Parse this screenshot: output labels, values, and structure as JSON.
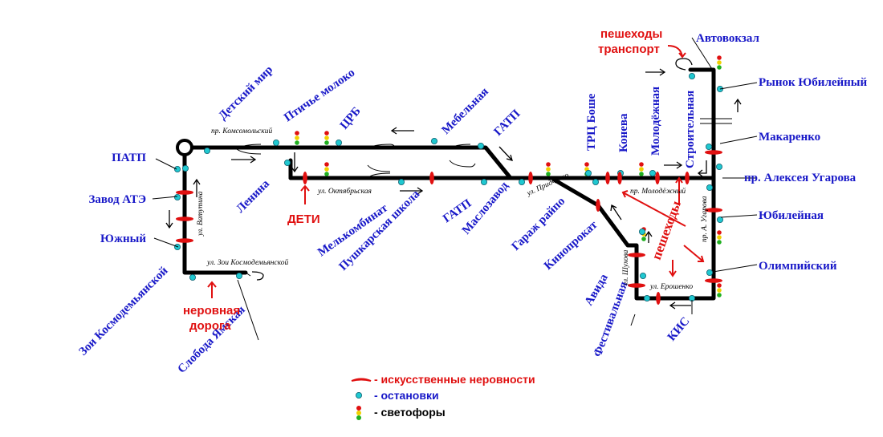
{
  "stops": {
    "detsky_mir": "Детский мир",
    "ptichye_moloko": "Птичье молоко",
    "crb": "ЦРБ",
    "mebelnaya": "Мебельная",
    "gatp_top": "ГАТП",
    "trc_boshe": "ТРЦ Боше",
    "koneva": "Конева",
    "molodezhnaya": "Молодёжная",
    "stroitelnaya": "Строительная",
    "avtovokzal": "Автовокзал",
    "rynok": "Рынок Юбилейный",
    "makarenko": "Макаренко",
    "ugarova": "пр. Алексея Угарова",
    "yubileynaya": "Юбилейная",
    "olimpiyskiy": "Олимпийский",
    "kis": "КИС",
    "festivalnaya": "Фестивальная",
    "avida": "Авида",
    "kinoprokat": "Кинопрокат",
    "garazh": "Гараж райпо",
    "maslozavod": "Маслозавод",
    "gatp_bottom": "ГАТП",
    "pushkarskaya": "Пушкарская школа",
    "melkombinat": "Мелькомбинат",
    "lenina": "Ленина",
    "patp": "ПАТП",
    "zavod_ate": "Завод АТЭ",
    "yuzhny": "Южный",
    "zoi": "Зои Космодемьянской",
    "sloboda": "Слобода Ямская"
  },
  "streets": {
    "komsomolsky": "пр. Комсомольский",
    "oktyabrskaya": "ул. Октябрьская",
    "pridchenko": "ул. Придченко",
    "molodezhny": "пр. Молодёжный",
    "ugarova": "пр. А. Угарова",
    "shukhova": "ул. Шухова",
    "eroshenko": "ул. Ерошенко",
    "vatutina": "ул. Ватутина",
    "zoi": "ул. Зои Космодемьянской"
  },
  "warnings": {
    "pedestrians_1": "пешеходы",
    "transport": "транспорт",
    "children": "ДЕТИ",
    "rough_1": "неровная",
    "rough_2": "дорога",
    "pedestrians_2": "пешеходы"
  },
  "legend": {
    "bumps": "- искусственные неровности",
    "stops": "- остановки",
    "lights": "- светофоры"
  },
  "colors": {
    "stop_label": "#1818c8",
    "warning": "#e01010",
    "stop_dot": "#20c8d0",
    "bump": "#e01010",
    "light_red": "#e01010",
    "light_yellow": "#f0d000",
    "light_green": "#20b020"
  }
}
